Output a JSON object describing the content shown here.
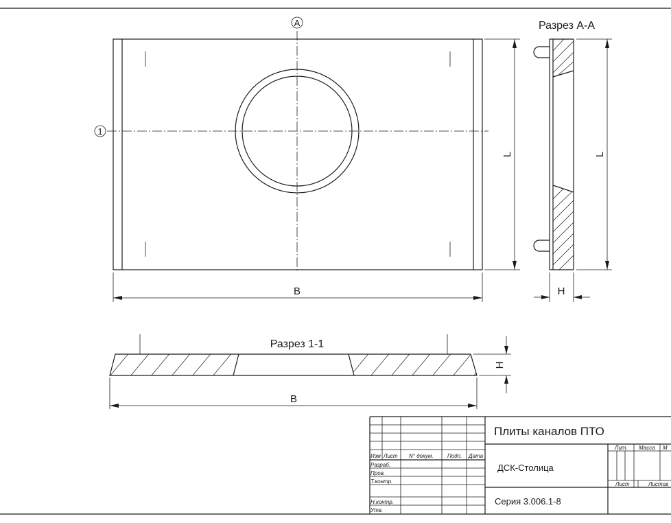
{
  "drawing": {
    "axis_a_label": "A",
    "axis_1_label": "1",
    "section_aa_title": "Разрез А-А",
    "section_11_title": "Разрез 1-1",
    "dim_b_top": "B",
    "dim_b_bottom": "B",
    "dim_l_plan": "L",
    "dim_l_section": "L",
    "dim_h_section": "H",
    "dim_h_bottom": "H"
  },
  "title_block": {
    "product_name": "Плиты каналов ПТО",
    "organization": "ДСК-Столица",
    "series": "Серия 3.006.1-8",
    "columns": {
      "izm": "Изм",
      "list": "Лист",
      "doc_no": "N° докум.",
      "sign": "Подп.",
      "date": "Дата"
    },
    "rows": {
      "developed": "Разраб.",
      "checked": "Пров.",
      "tech_control": "Т.контр.",
      "norm_control": "Н.контр.",
      "approved": "Утв."
    },
    "lit_label": "Лит.",
    "mass_label": "Масса",
    "scale_label": "М",
    "sheet_label": "Лист",
    "sheets_label": "Листов"
  }
}
